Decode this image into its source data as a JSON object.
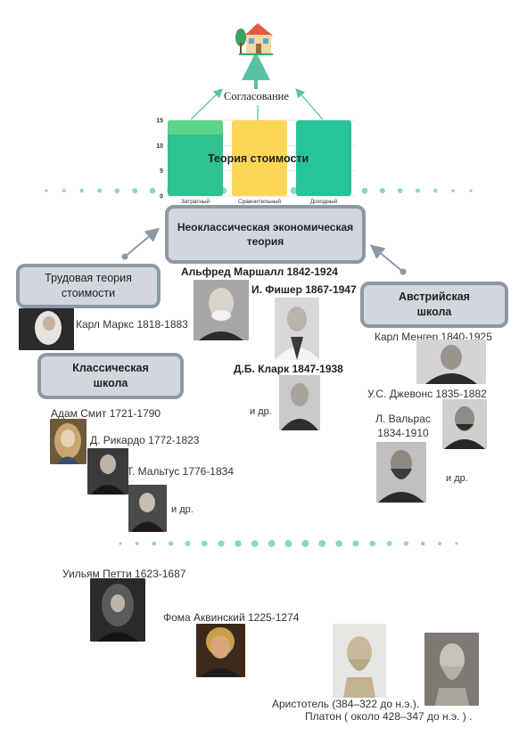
{
  "top": {
    "house_icon": "house-icon",
    "agreement_label": "Согласование"
  },
  "chart_data": {
    "type": "bar",
    "categories": [
      "Затратный",
      "Сравнительный",
      "Доходный"
    ],
    "values": [
      15,
      15,
      15
    ],
    "ylim": [
      0,
      15
    ],
    "yticks": [
      "0",
      "5",
      "10",
      "15"
    ],
    "overlay_title": "Теория стоимости",
    "colors": [
      "#2fc28f",
      "#fcd655",
      "#27c49b"
    ],
    "cap_color": "#5ed48a"
  },
  "neoclassical": {
    "title": "Неоклассическая экономическая теория",
    "marshall": "Альфред Маршалл 1842-1924",
    "fisher": "И. Фишер 1867-1947",
    "clark": "Д.Б. Кларк 1847-1938",
    "etc": "и др."
  },
  "labour": {
    "title": "Трудовая теория стоимости",
    "marx": "Карл Маркс 1818-1883"
  },
  "austrian": {
    "title": "Австрийская школа",
    "menger": "Карл Менгер 1840-1925",
    "jevons": "У.С. Джевонс 1835-1882",
    "walras": "Л. Вальрас 1834-1910",
    "etc": "и др."
  },
  "classical": {
    "title": "Классическая школа",
    "smith": "Адам Смит 1721-1790",
    "ricardo": "Д. Рикардо 1772-1823",
    "malthus": "Т. Мальтус 1776-1834",
    "etc": "и др."
  },
  "ancient": {
    "petty": "Уильям Петти 1623-1687",
    "aquinas": "Фома Аквинский 1225-1274",
    "aristotle": "Аристотель (384–322 до н.э.).",
    "plato": "Платон ( около 428–347 до н.э. ) ."
  },
  "colors": {
    "box_fill": "#d2d7de",
    "box_border": "#8e98a5",
    "dots": "#8dd5bf",
    "arrow_green": "#58c3a3",
    "arrow_gray": "#8e98a5"
  }
}
